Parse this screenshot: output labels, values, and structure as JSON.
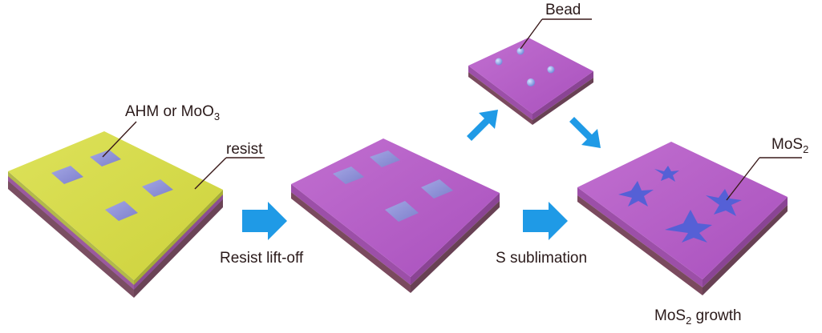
{
  "labels": {
    "ahm_prefix": "AHM or MoO",
    "ahm_sub": "3",
    "resist": "resist",
    "bead": "Bead",
    "mos2_prefix": "MoS",
    "mos2_sub": "2",
    "resist_liftoff": "Resist lift-off",
    "s_sublimation": "S sublimation",
    "growth_prefix": "MoS",
    "growth_sub": "2",
    "growth_suffix": " growth"
  },
  "colors": {
    "resist_top": "#d6dc45",
    "resist_side": "#b7bd2c",
    "substrate_top": "#b45fc4",
    "substrate_side_light": "#a04fb2",
    "substrate_side_dark": "#7a4a5e",
    "precursor_square": "#8f8fd8",
    "mos2_star": "#5560d6",
    "arrow": "#1f9ae6",
    "leader_line": "#3a1a1a"
  }
}
